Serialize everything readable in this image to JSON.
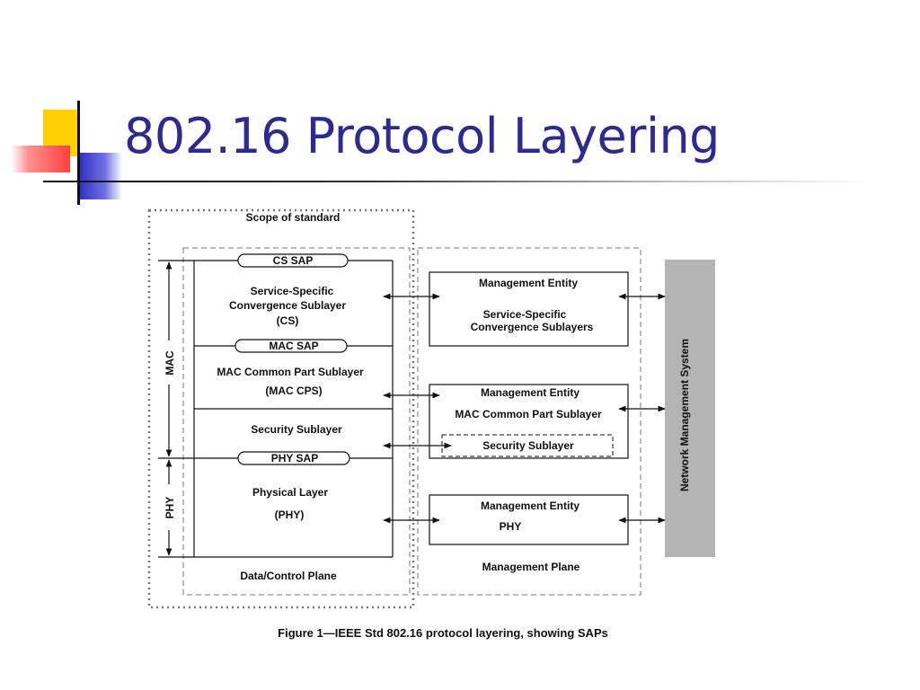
{
  "slide": {
    "title": "802.16 Protocol Layering",
    "accent_colors": {
      "title": "#2b2b91",
      "yellow": "#ffd200",
      "red": "#ff5050",
      "blue": "#3a3ad0"
    }
  },
  "diagram": {
    "scope_label": "Scope of standard",
    "mac_label": "MAC",
    "phy_label": "PHY",
    "cs_sap": "CS SAP",
    "mac_sap": "MAC SAP",
    "phy_sap": "PHY SAP",
    "cs_layer": [
      "Service-Specific",
      "Convergence Sublayer",
      "(CS)"
    ],
    "mac_cps_layer": [
      "MAC Common Part Sublayer",
      "(MAC CPS)"
    ],
    "security_layer": "Security Sublayer",
    "phy_layer": [
      "Physical Layer",
      "(PHY)"
    ],
    "data_plane_label": "Data/Control Plane",
    "mgmt_cs": [
      "Management Entity",
      "Service-Specific",
      "Convergence Sublayers"
    ],
    "mgmt_mac": [
      "Management Entity",
      "MAC Common Part Sublayer",
      "Security Sublayer"
    ],
    "mgmt_phy": [
      "Management Entity",
      "PHY"
    ],
    "mgmt_plane_label": "Management Plane",
    "nms_label": "Network Management System",
    "caption": "Figure 1—IEEE Std 802.16 protocol layering, showing SAPs"
  }
}
